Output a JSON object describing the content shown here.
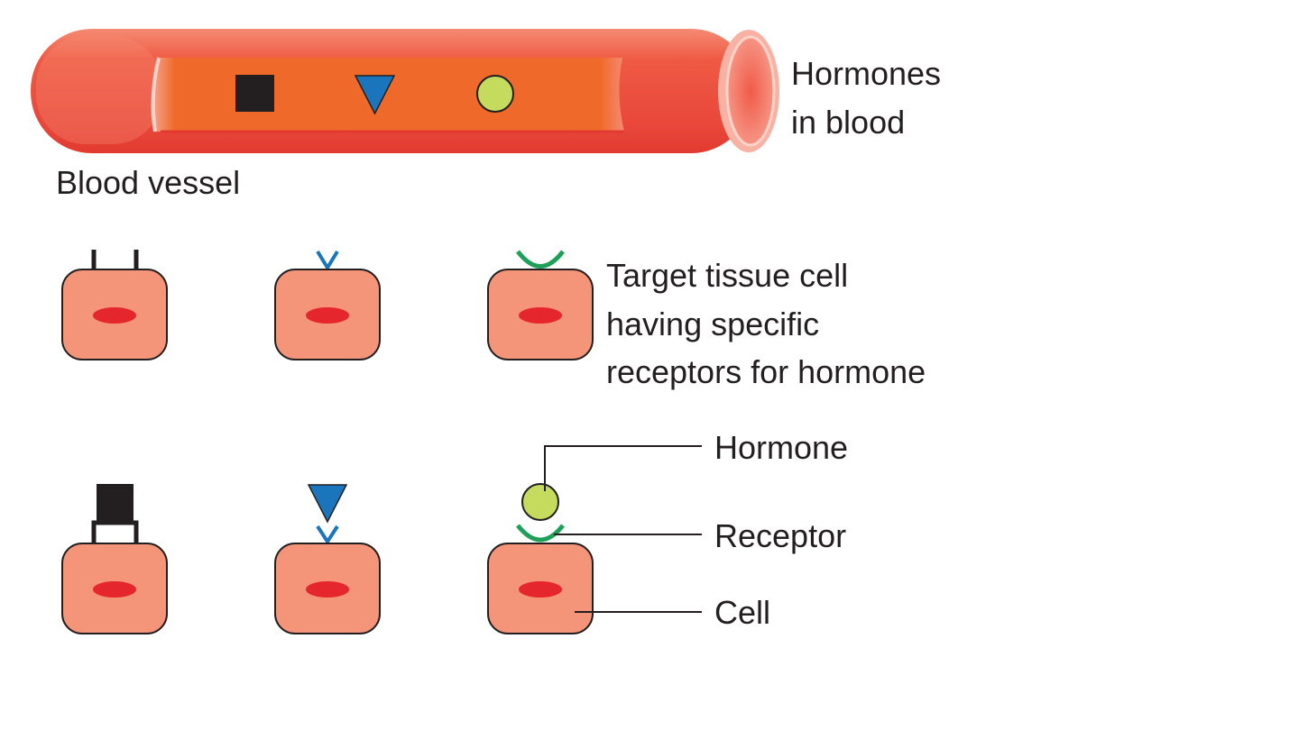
{
  "labels": {
    "hormones_in_blood": [
      "Hormones",
      "in blood"
    ],
    "blood_vessel": "Blood vessel",
    "target_cell": [
      "Target tissue cell",
      "having specific",
      "receptors for hormone"
    ],
    "hormone": "Hormone",
    "receptor": "Receptor",
    "cell": "Cell"
  },
  "colors": {
    "vessel_outer": "#e8463a",
    "vessel_inner": "#ef6a2a",
    "cell_fill": "#f4957a",
    "nucleus": "#e5262d",
    "hormone_square": "#231f20",
    "hormone_triangle": "#1b75bc",
    "hormone_circle": "#c5db5e",
    "receptor_green": "#1fa05a"
  },
  "hormone_shapes": [
    "square",
    "triangle",
    "circle"
  ]
}
